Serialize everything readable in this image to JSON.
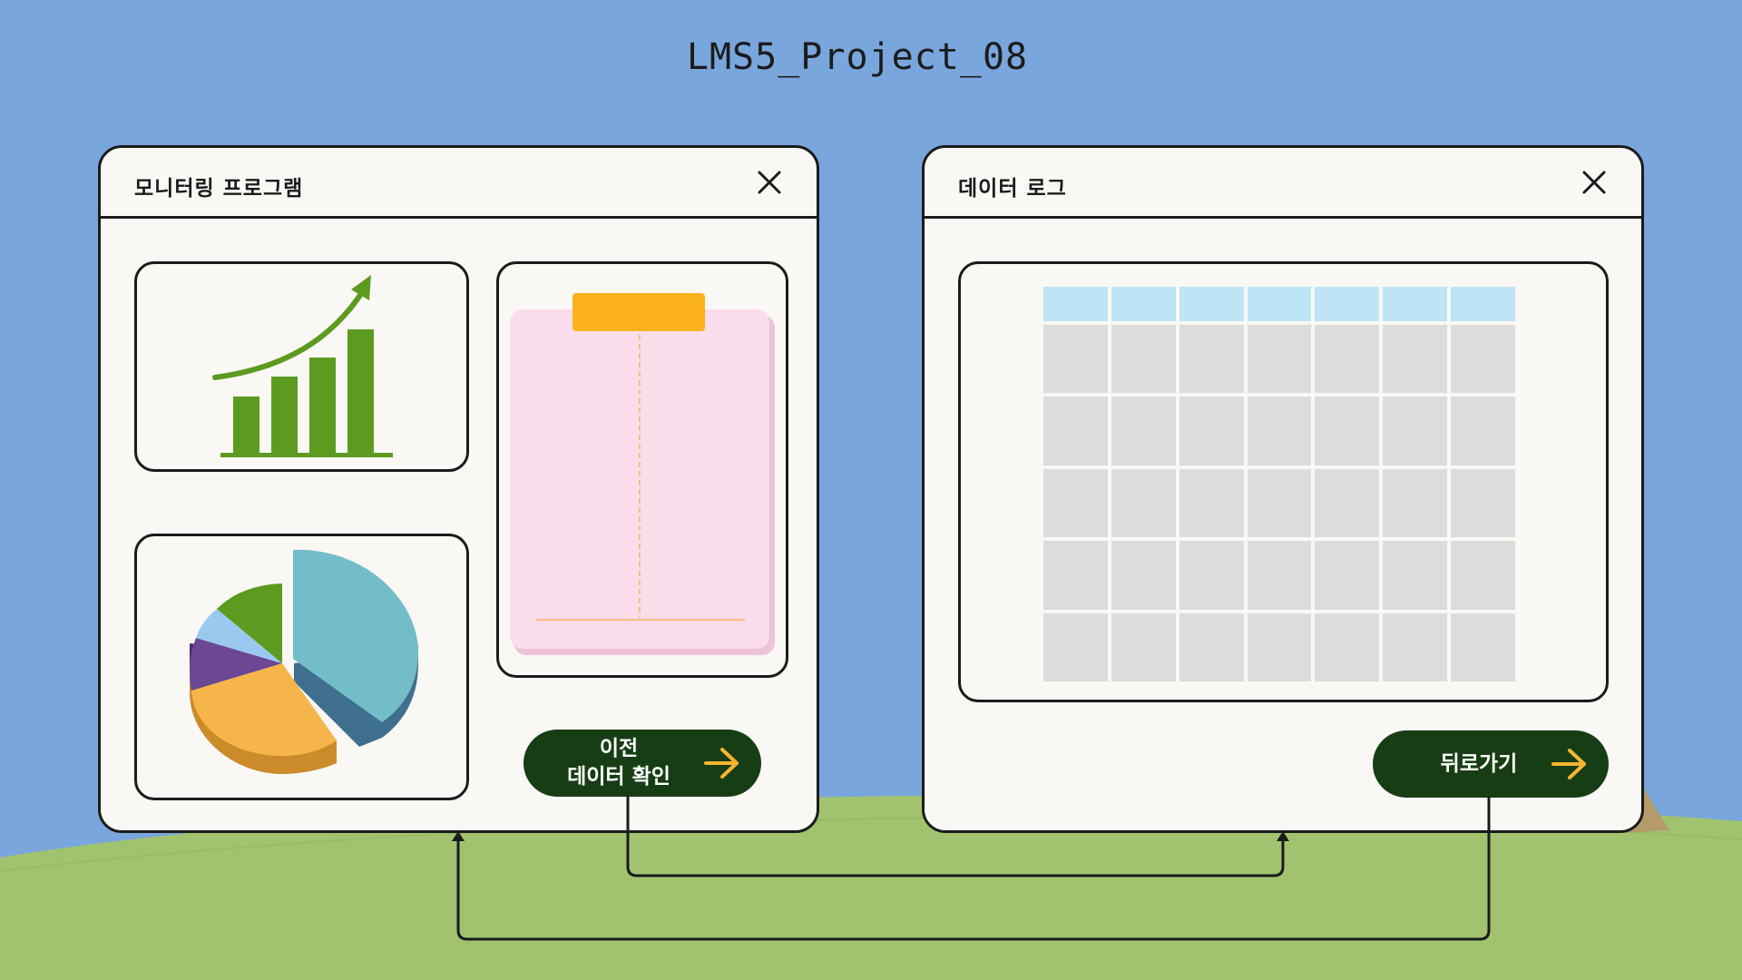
{
  "page": {
    "title": "LMS5_Project_08"
  },
  "monitor_window": {
    "title": "모니터링 프로그램",
    "close_icon": "close-icon",
    "bar_chart_icon": "growth-bar-chart-icon",
    "pie_chart_icon": "pie-chart-icon",
    "note_icon": "clipboard-note-icon",
    "prev_button": {
      "line1": "이전",
      "line2": "데이터 확인",
      "icon": "arrow-right-icon"
    }
  },
  "log_window": {
    "title": "데이터 로그",
    "close_icon": "close-icon",
    "table": {
      "columns": 7,
      "rows": 5
    },
    "back_button": {
      "label": "뒤로가기",
      "icon": "arrow-right-icon"
    }
  },
  "colors": {
    "background": "#79a6dc",
    "grass": "#a1c36f",
    "button": "#173d15",
    "arrow": "#f5b532",
    "table_header": "#bde5f5",
    "table_cell": "#dcdcdc",
    "note": "#fbdcea",
    "note_clip": "#fbb11c",
    "chart_green": "#5c9b20"
  }
}
